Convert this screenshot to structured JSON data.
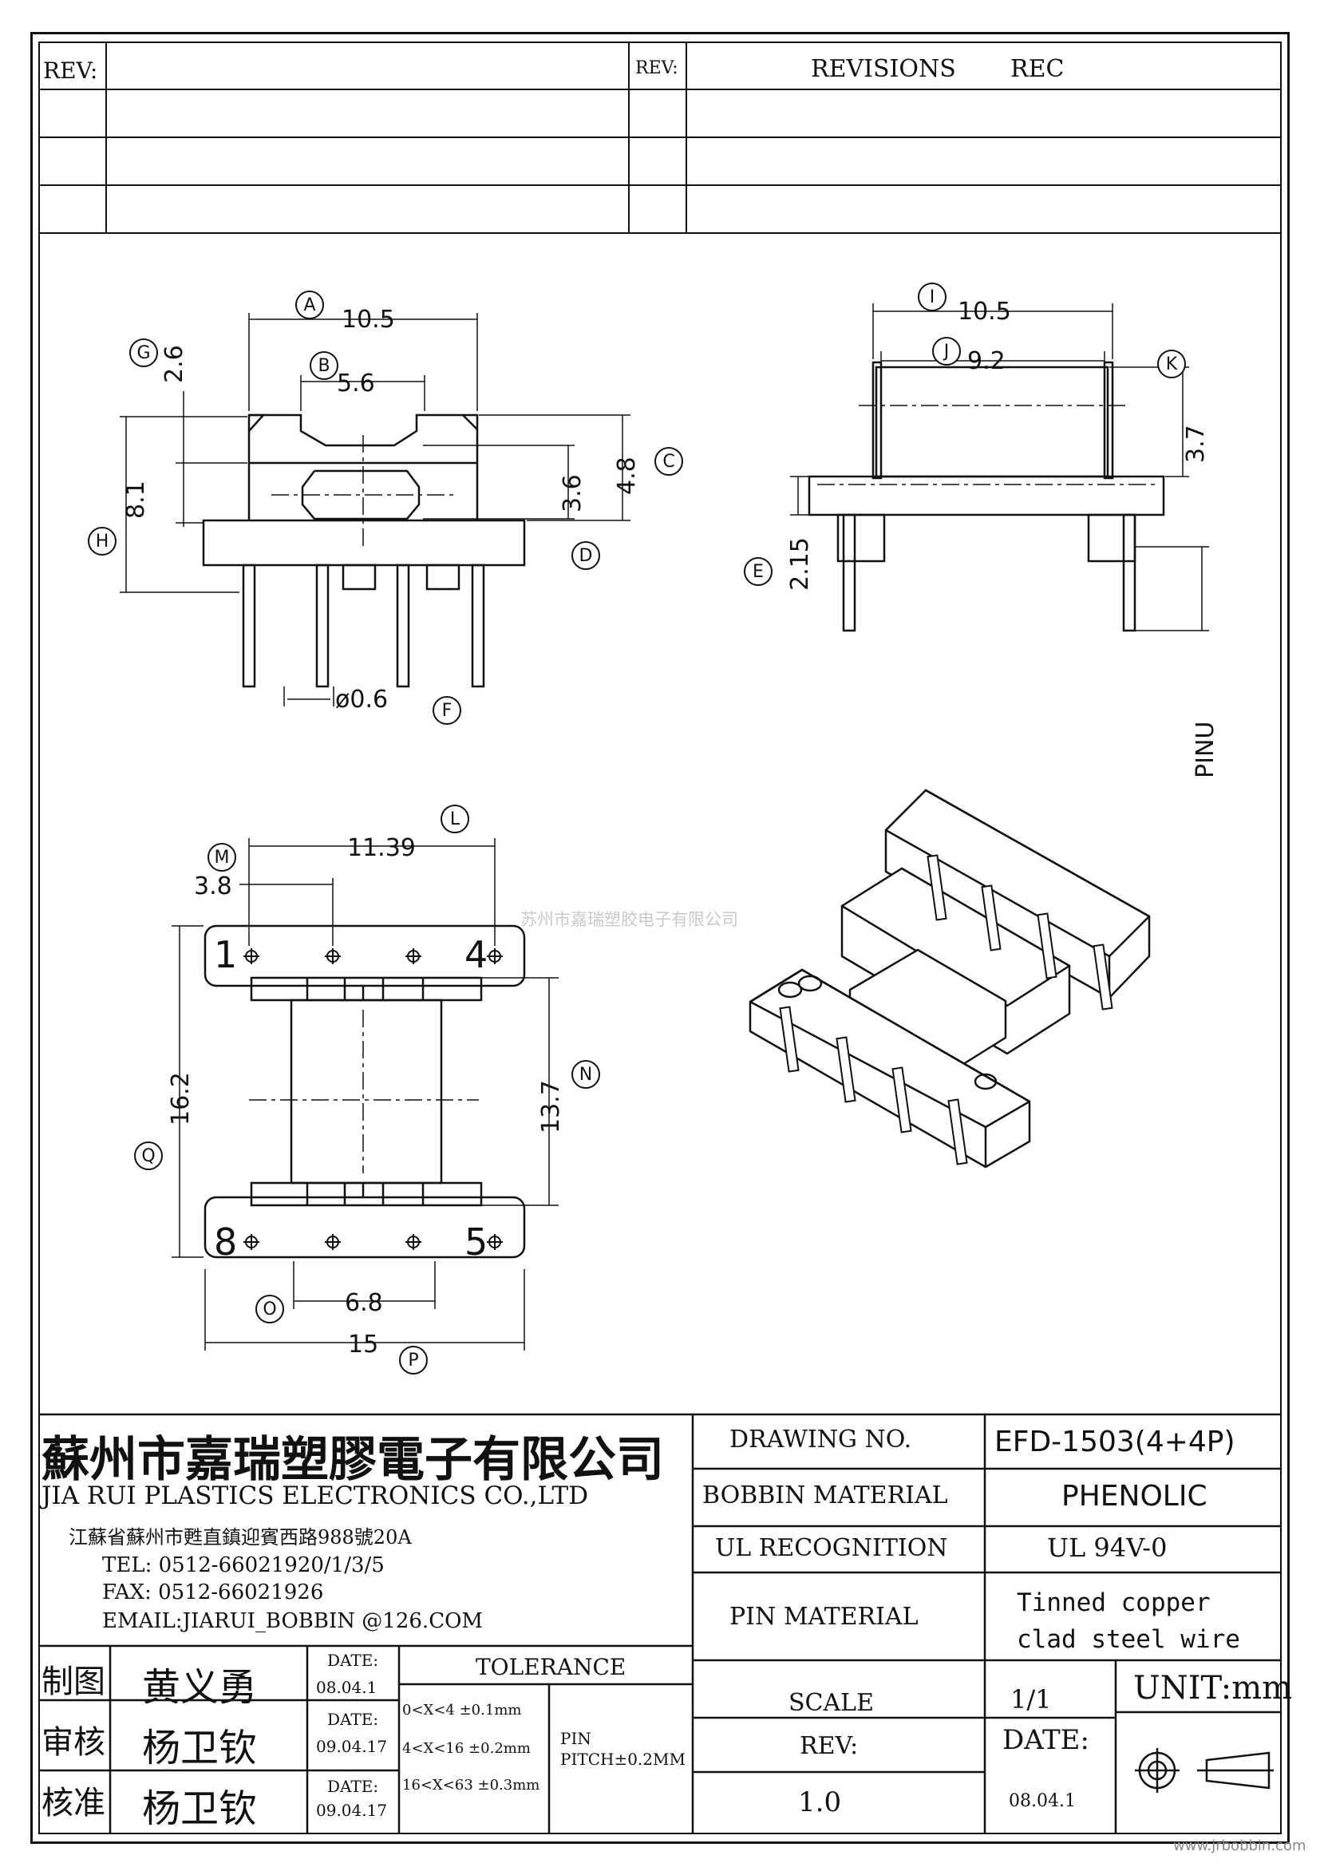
{
  "revision_header": {
    "rev_label_left": "REV:",
    "rev_label_right": "REV:",
    "revisions_label": "REVISIONS",
    "rec_label": "REC"
  },
  "dimensions": {
    "a": "10.5",
    "b": "5.6",
    "g": "2.6",
    "h": "8.1",
    "k_right": "3.6",
    "c": "4.8",
    "f": "ø0.6",
    "i": "10.5",
    "j": "9.2",
    "k": "3.7",
    "e": "2.15",
    "pinu": "PINU",
    "l": "11.39",
    "m": "3.8",
    "q": "16.2",
    "n": "13.7",
    "o": "6.8",
    "p": "15"
  },
  "callouts": [
    "A",
    "B",
    "C",
    "D",
    "E",
    "F",
    "G",
    "H",
    "I",
    "J",
    "K",
    "L",
    "M",
    "N",
    "O",
    "P",
    "Q"
  ],
  "pin_numbers": {
    "p1": "1",
    "p4": "4",
    "p8": "8",
    "p5": "5"
  },
  "watermark": "苏州市嘉瑞塑胶电子有限公司",
  "company": {
    "name_cn": "蘇州市嘉瑞塑膠電子有限公司",
    "name_en": "JIA RUI PLASTICS ELECTRONICS CO.,LTD",
    "address": "江蘇省蘇州市甦直鎮迎賓西路988號20A",
    "tel": "TEL: 0512-66021920/1/3/5",
    "fax": "FAX: 0512-66021926",
    "email": "EMAIL:JIARUI_BOBBIN @126.COM"
  },
  "title_block": {
    "drawing_no_label": "DRAWING  NO.",
    "drawing_no": "EFD-1503(4+4P)",
    "bobbin_material_label": "BOBBIN  MATERIAL",
    "bobbin_material": "PHENOLIC",
    "ul_label": "UL RECOGNITION",
    "ul_value": "UL 94V-0",
    "pin_material_label": "PIN MATERIAL",
    "pin_material_1": "Tinned copper",
    "pin_material_2": "clad steel wire",
    "scale_label": "SCALE",
    "scale_value": "1/1",
    "unit": "UNIT:mm",
    "rev_label": "REV:",
    "rev_value": "1.0",
    "date_label": "DATE:",
    "date_value": "08.04.1"
  },
  "approvals": [
    {
      "role": "制图",
      "name": "黄义勇",
      "date_label": "DATE:",
      "date": "08.04.1"
    },
    {
      "role": "审核",
      "name": "杨卫钦",
      "date_label": "DATE:",
      "date": "09.04.17"
    },
    {
      "role": "核准",
      "name": "杨卫钦",
      "date_label": "DATE:",
      "date": "09.04.17"
    }
  ],
  "tolerance": {
    "label": "TOLERANCE",
    "rows": [
      "0<X<4  ±0.1mm",
      "4<X<16 ±0.2mm",
      "16<X<63 ±0.3mm"
    ],
    "pin_label": "PIN",
    "pin_pitch": "PITCH±0.2MM"
  },
  "footer_url": "www.jrbobbin.com"
}
